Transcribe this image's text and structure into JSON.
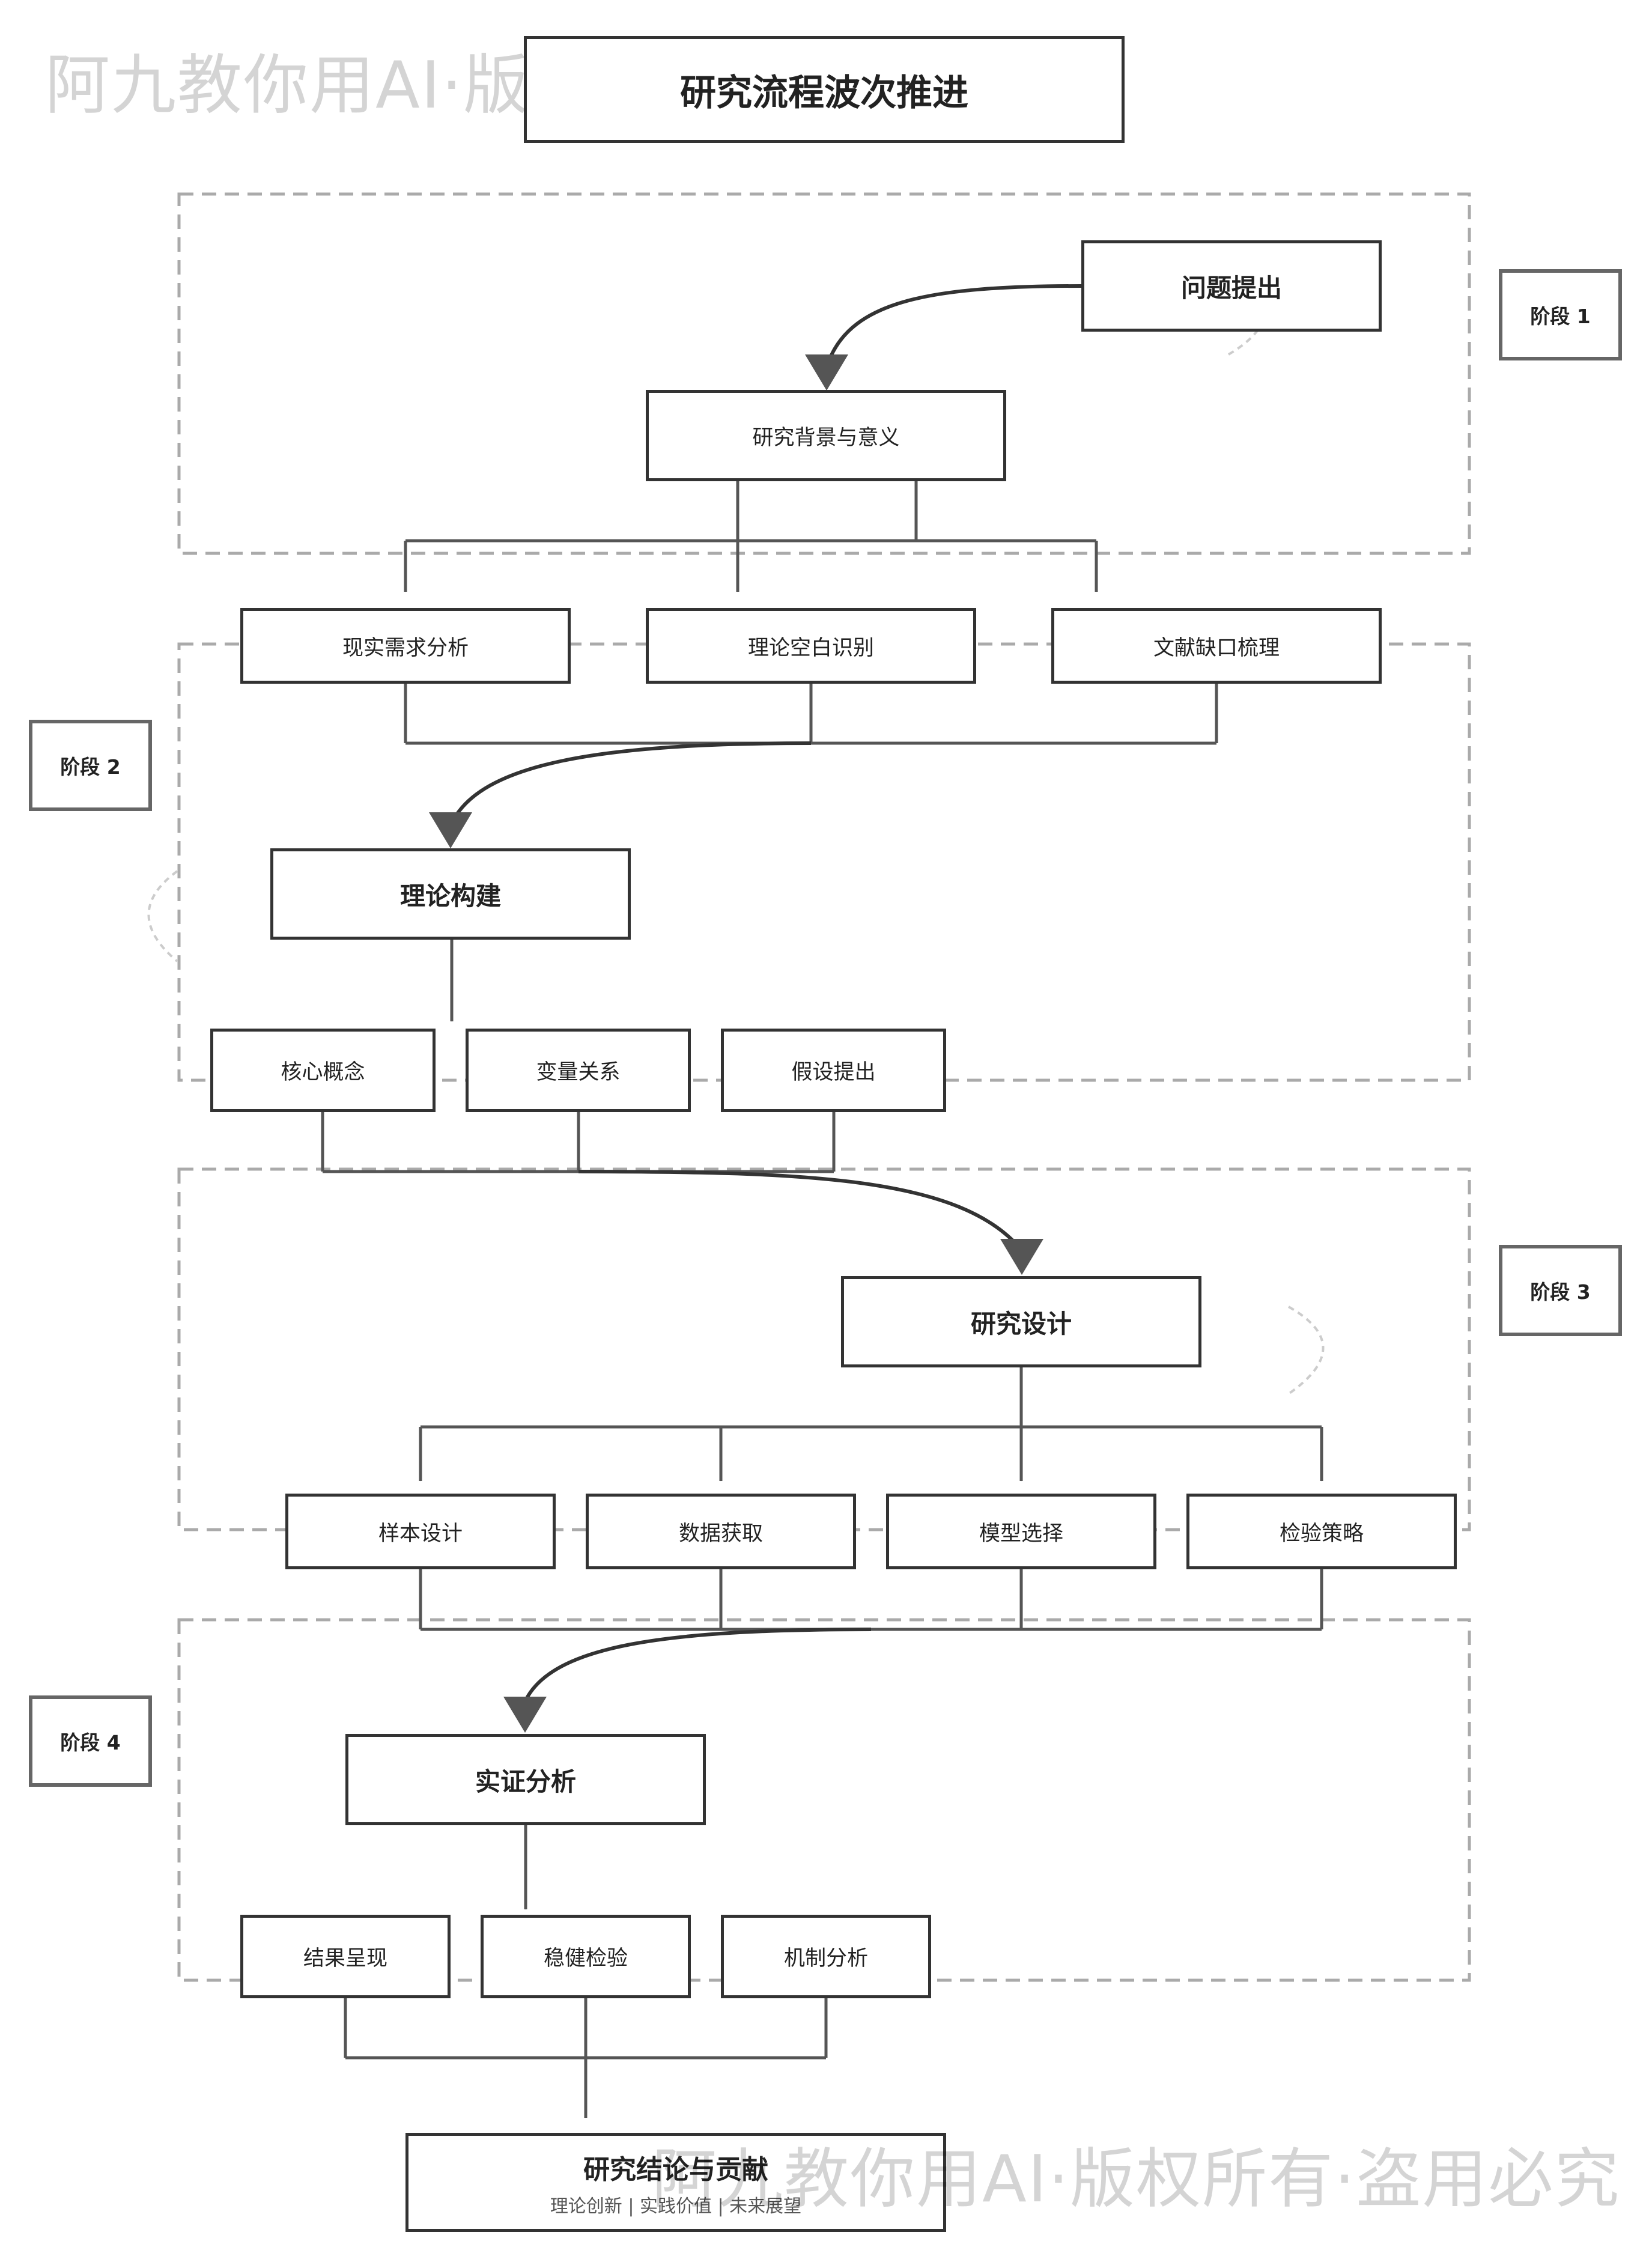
{
  "title": "研究流程波次推进",
  "watermark": "阿九教你用AI·版权所有·盗用必究",
  "stages": [
    "阶段 1",
    "阶段 2",
    "阶段 3",
    "阶段 4"
  ],
  "stage1": {
    "top": "问题提出",
    "main": "研究背景与意义",
    "children": [
      "现实需求分析",
      "理论空白识别",
      "文献缺口梳理"
    ]
  },
  "stage2": {
    "main": "理论构建",
    "children": [
      "核心概念",
      "变量关系",
      "假设提出"
    ]
  },
  "stage3": {
    "main": "研究设计",
    "children": [
      "样本设计",
      "数据获取",
      "模型选择",
      "检验策略"
    ]
  },
  "stage4": {
    "main": "实证分析",
    "children": [
      "结果呈现",
      "稳健检验",
      "机制分析"
    ]
  },
  "final": {
    "title": "研究结论与贡献",
    "subtitle": "理论创新 | 实践价值 | 未来展望"
  },
  "colors": {
    "border": "#333333",
    "stage_border": "#666666",
    "dashed": "#aaaaaa",
    "arrow": "#555555",
    "watermark": "#c9c9c9"
  }
}
